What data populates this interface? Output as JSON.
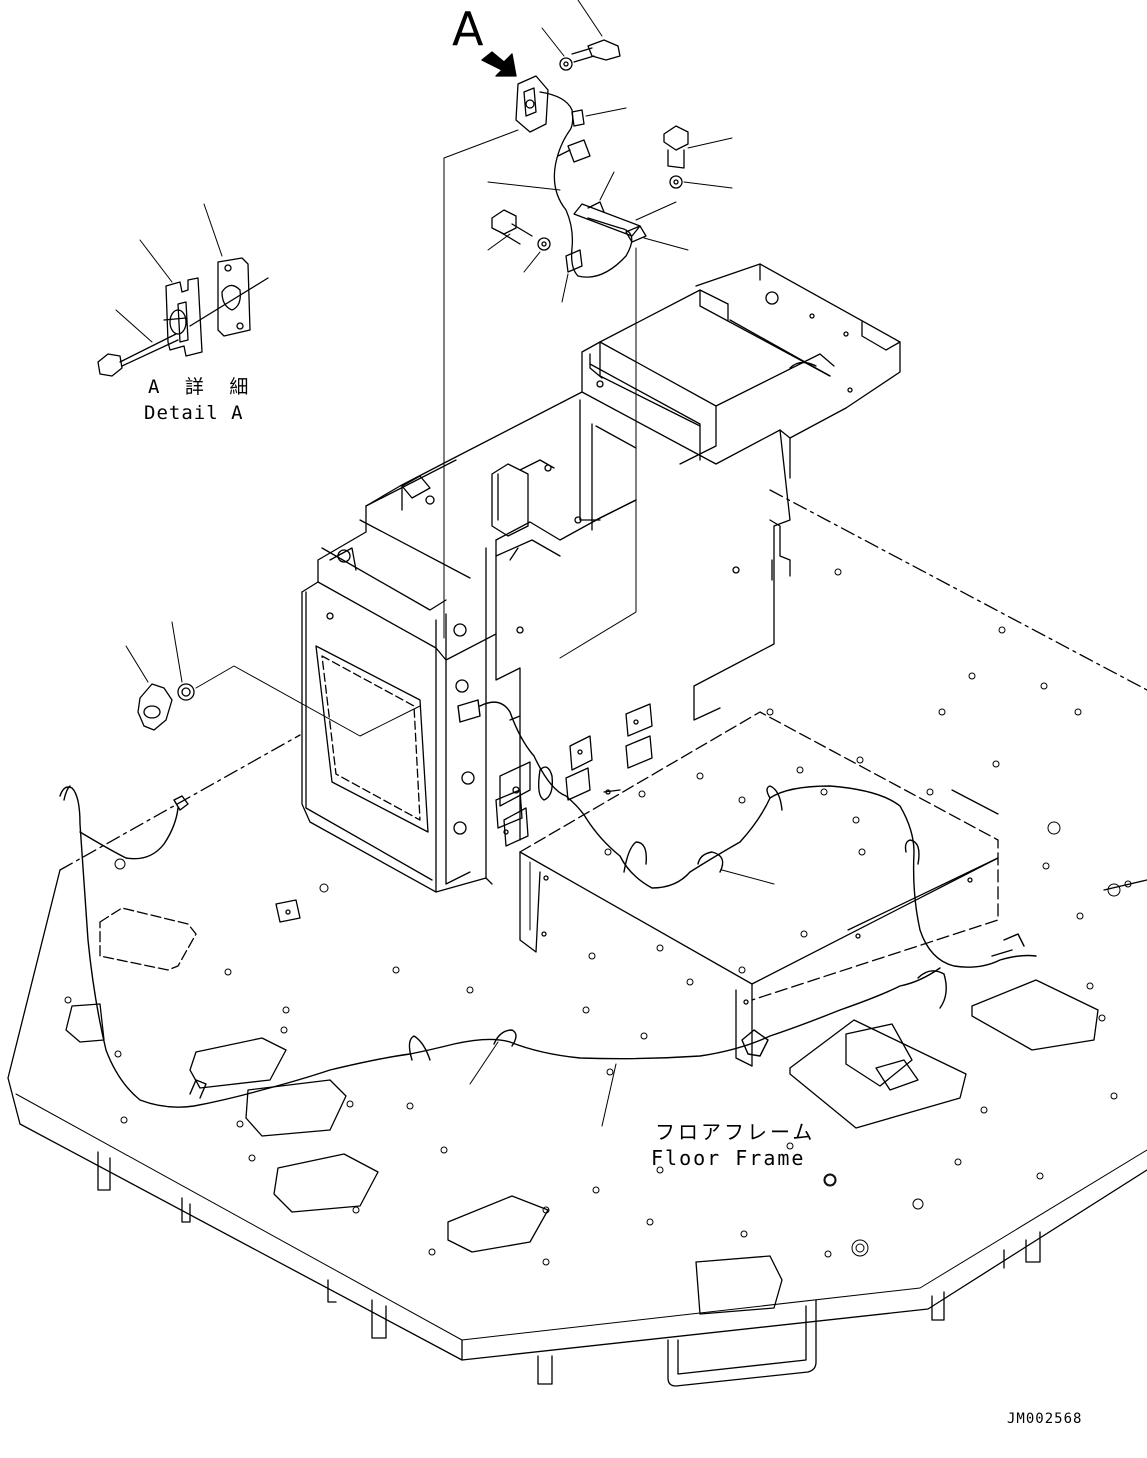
{
  "view_label": "A",
  "detail": {
    "label_jp": "A 詳 細",
    "label_en": "Detail A"
  },
  "floor_frame": {
    "label_jp": "フロアフレーム",
    "label_en": "Floor Frame"
  },
  "drawing_code": "JM002568"
}
